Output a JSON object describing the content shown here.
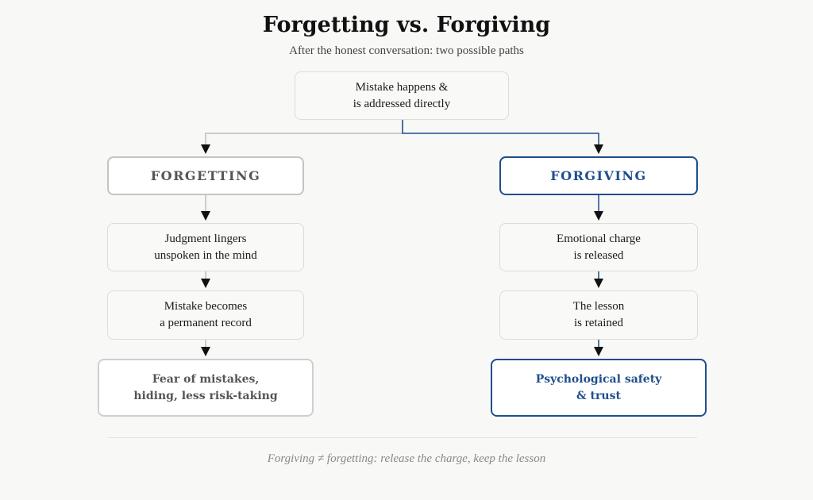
{
  "header": {
    "title": "Forgetting vs. Forgiving",
    "subtitle": "After the honest conversation: two possible paths"
  },
  "root": {
    "line1": "Mistake happens &",
    "line2": "is addressed directly"
  },
  "left_path": {
    "heading": "FORGETTING",
    "step1": {
      "line1": "Judgment lingers",
      "line2": "unspoken in the mind"
    },
    "step2": {
      "line1": "Mistake becomes",
      "line2": "a permanent record"
    },
    "outcome": {
      "line1": "Fear of mistakes,",
      "line2": "hiding, less risk-taking"
    }
  },
  "right_path": {
    "heading": "FORGIVING",
    "step1": {
      "line1": "Emotional charge",
      "line2": "is released"
    },
    "step2": {
      "line1": "The lesson",
      "line2": "is retained"
    },
    "outcome": {
      "line1": "Psychological safety",
      "line2": "& trust"
    }
  },
  "footer": {
    "note": "Forgiving ≠ forgetting: release the charge, keep the lesson"
  },
  "colors": {
    "accent_blue": "#1f4e8c",
    "neutral_gray": "#c4c4c4",
    "background": "#f8f8f7"
  }
}
